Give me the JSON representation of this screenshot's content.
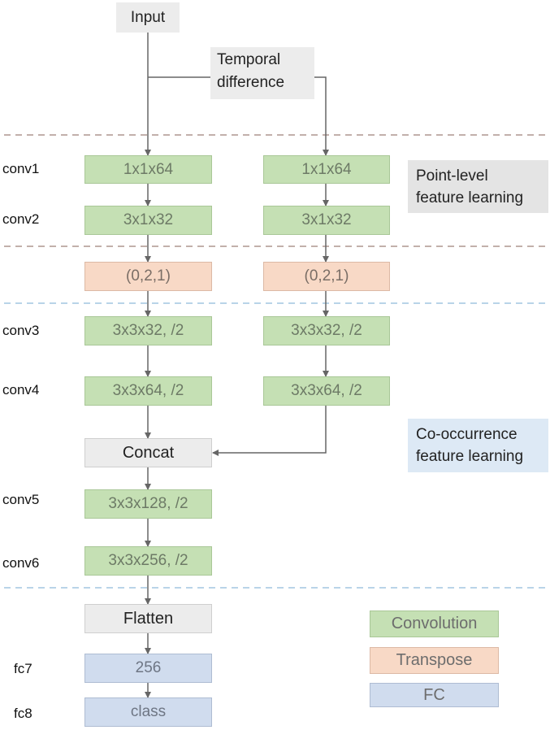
{
  "input_label": "Input",
  "temporal_difference": [
    "Temporal",
    "difference"
  ],
  "layer_labels": {
    "conv1": "conv1",
    "conv2": "conv2",
    "conv3": "conv3",
    "conv4": "conv4",
    "conv5": "conv5",
    "conv6": "conv6",
    "fc7": "fc7",
    "fc8": "fc8"
  },
  "left_branch": {
    "conv1": "1x1x64",
    "conv2": "3x1x32",
    "transpose": "(0,2,1)",
    "conv3": "3x3x32, /2",
    "conv4": "3x3x64, /2"
  },
  "right_branch": {
    "conv1": "1x1x64",
    "conv2": "3x1x32",
    "transpose": "(0,2,1)",
    "conv3": "3x3x32, /2",
    "conv4": "3x3x64, /2"
  },
  "concat": "Concat",
  "conv5": "3x3x128, /2",
  "conv6": "3x3x256, /2",
  "flatten": "Flatten",
  "fc7": "256",
  "fc8": "class",
  "notes": {
    "point_level": [
      "Point-level",
      "feature learning"
    ],
    "co_occurrence": [
      "Co-occurrence",
      "feature learning"
    ]
  },
  "legend": {
    "convolution": "Convolution",
    "transpose": "Transpose",
    "fc": "FC"
  },
  "colors": {
    "convolution": "#c5e0b4",
    "transpose": "#f8d9c6",
    "fc": "#d0dcee",
    "gray_box": "#ececec",
    "point_level_note": "#e4e4e4",
    "co_occurrence_note": "#dde9f5",
    "separator_brown": "#c2b0ab",
    "separator_blue": "#b9d4e8",
    "arrow": "#666666"
  }
}
